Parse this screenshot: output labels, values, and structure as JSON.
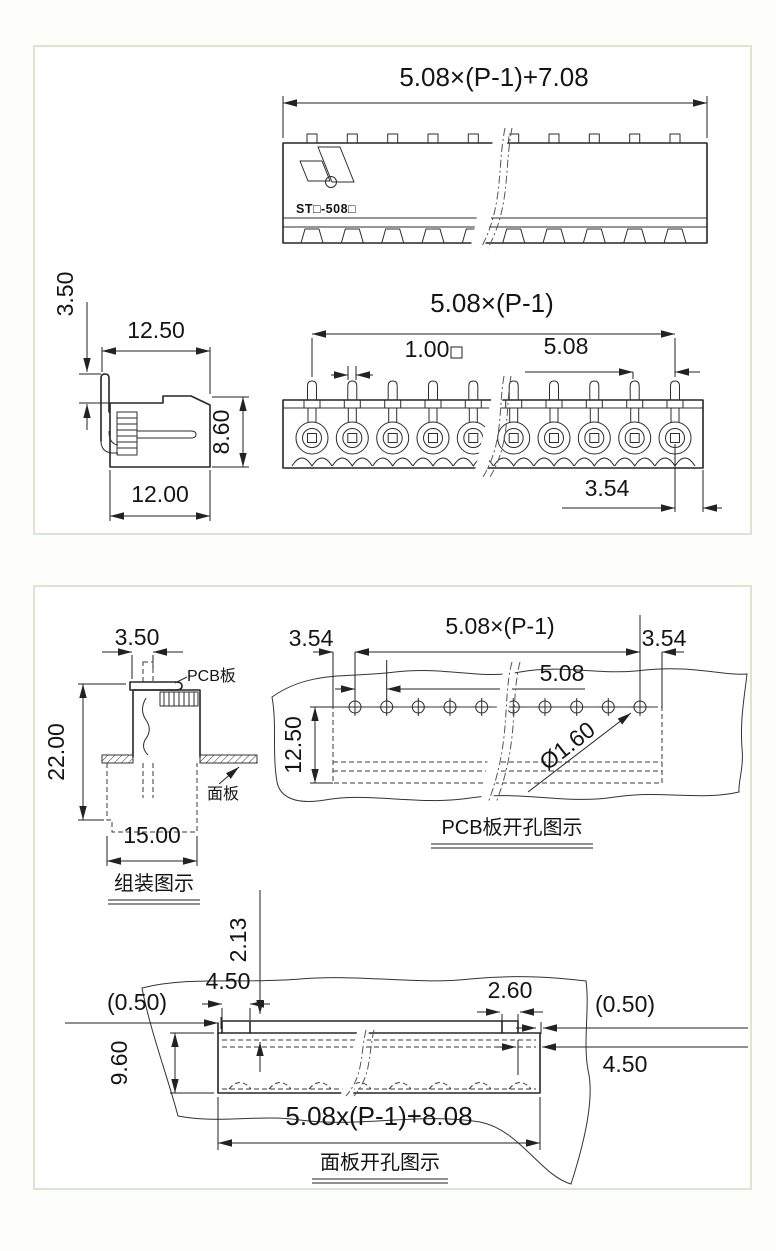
{
  "panel_top": {
    "top_view": {
      "dim_total_width": "5.08×(P-1)+7.08",
      "model_label": "ST□-508□"
    },
    "side_view": {
      "dim_tab_height": "3.50",
      "dim_depth": "12.50",
      "dim_body_height": "8.60",
      "dim_base_depth": "12.00"
    },
    "front_view": {
      "dim_pin_span": "5.08×(P-1)",
      "dim_pin_size": "1.00",
      "dim_pitch": "5.08",
      "dim_end_margin": "3.54"
    }
  },
  "panel_bottom": {
    "assembly_view": {
      "dim_overlap": "3.50",
      "pcb_label": "PCB板",
      "dim_height": "22.00",
      "panel_label": "面板",
      "dim_width": "15.00",
      "title": "组装图示"
    },
    "pcb_hole_view": {
      "dim_margin_left": "3.54",
      "dim_span": "5.08×(P-1)",
      "dim_margin_right": "3.54",
      "dim_pitch": "5.08",
      "dim_row_offset": "12.50",
      "dim_hole_dia": "Ø1.60",
      "title": "PCB板开孔图示"
    },
    "panel_cutout_view": {
      "dim_recess": "2.13",
      "dim_notch_left": "4.50",
      "dim_clearance_left": "(0.50)",
      "dim_notch_right": "2.60",
      "dim_clearance_right": "(0.50)",
      "dim_height": "9.60",
      "dim_inset": "4.50",
      "dim_width": "5.08x(P-1)+8.08",
      "title": "面板开孔图示"
    }
  }
}
